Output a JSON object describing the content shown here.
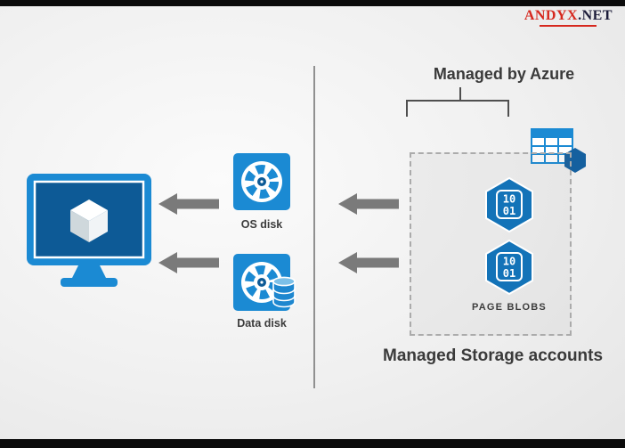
{
  "page": {
    "letterbox_color": "#0b0b0b",
    "background": "#f1f1f1"
  },
  "logo": {
    "brand_red": "AndyX",
    "brand_dark": ".Net",
    "color_red": "#d6281e",
    "color_dark": "#1d1d3a"
  },
  "diagram": {
    "headings": {
      "managed_by_azure": "Managed by Azure",
      "managed_storage_accounts": "Managed Storage accounts"
    },
    "vm": {
      "icon": "azure-vm-monitor-icon"
    },
    "disks": [
      {
        "icon": "os-disk-icon",
        "label": "OS disk"
      },
      {
        "icon": "data-disk-icon",
        "label": "Data disk"
      }
    ],
    "storage_box": {
      "table_icon": "storage-table-hexagon-icon",
      "blobs": [
        {
          "icon": "page-blob-icon",
          "line1": "10",
          "line2": "01"
        },
        {
          "icon": "page-blob-icon",
          "line1": "10",
          "line2": "01"
        }
      ],
      "label": "PAGE BLOBS"
    },
    "arrows": "left-pointing-gray-arrow"
  },
  "colors": {
    "azure_blue": "#1b8ad3",
    "azure_screen": "#0d5a96",
    "hex_blue": "#1373b8",
    "hex_dark": "#15609f",
    "arrow_gray": "#7a7a7a",
    "text_dark": "#3c3c3c",
    "divider_gray": "#909090"
  }
}
